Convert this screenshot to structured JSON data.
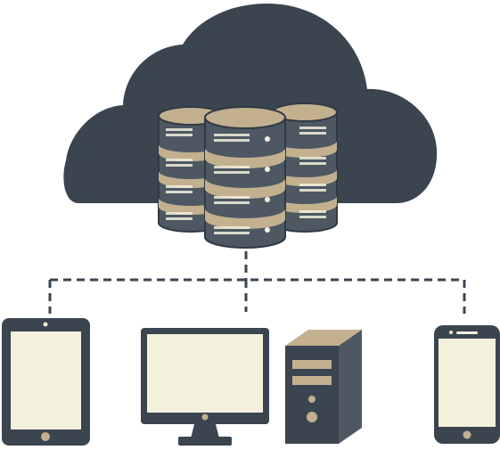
{
  "colors": {
    "navy": "#3a4550",
    "tan": "#c2b08f",
    "cream": "#f3f0dc",
    "slate": "#4d5863",
    "stroke": "#303a44",
    "background": "#ffffff"
  },
  "icons": {
    "cloud": "cloud-icon",
    "database": "database-server-stack-icon",
    "tablet": "tablet-icon",
    "monitor": "desktop-monitor-icon",
    "tower": "computer-tower-icon",
    "phone": "smartphone-icon"
  },
  "network": {
    "style": "dashed",
    "connects": [
      "tablet",
      "monitor",
      "phone"
    ]
  }
}
